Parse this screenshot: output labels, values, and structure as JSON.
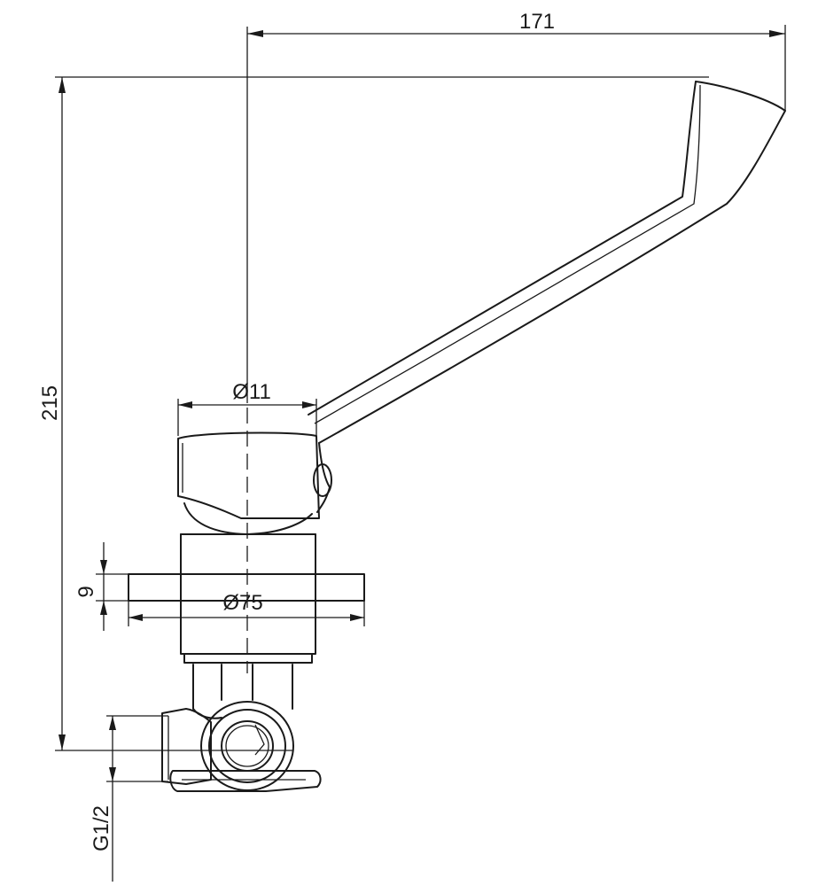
{
  "dimensions": {
    "width_label": "171",
    "height_label": "215",
    "handle_diameter_label": "Ø11",
    "flange_diameter_label": "Ø75",
    "flange_thickness_label": "9",
    "thread_label": "G1/2"
  },
  "colors": {
    "line": "#1a1a1a",
    "background": "#ffffff"
  }
}
